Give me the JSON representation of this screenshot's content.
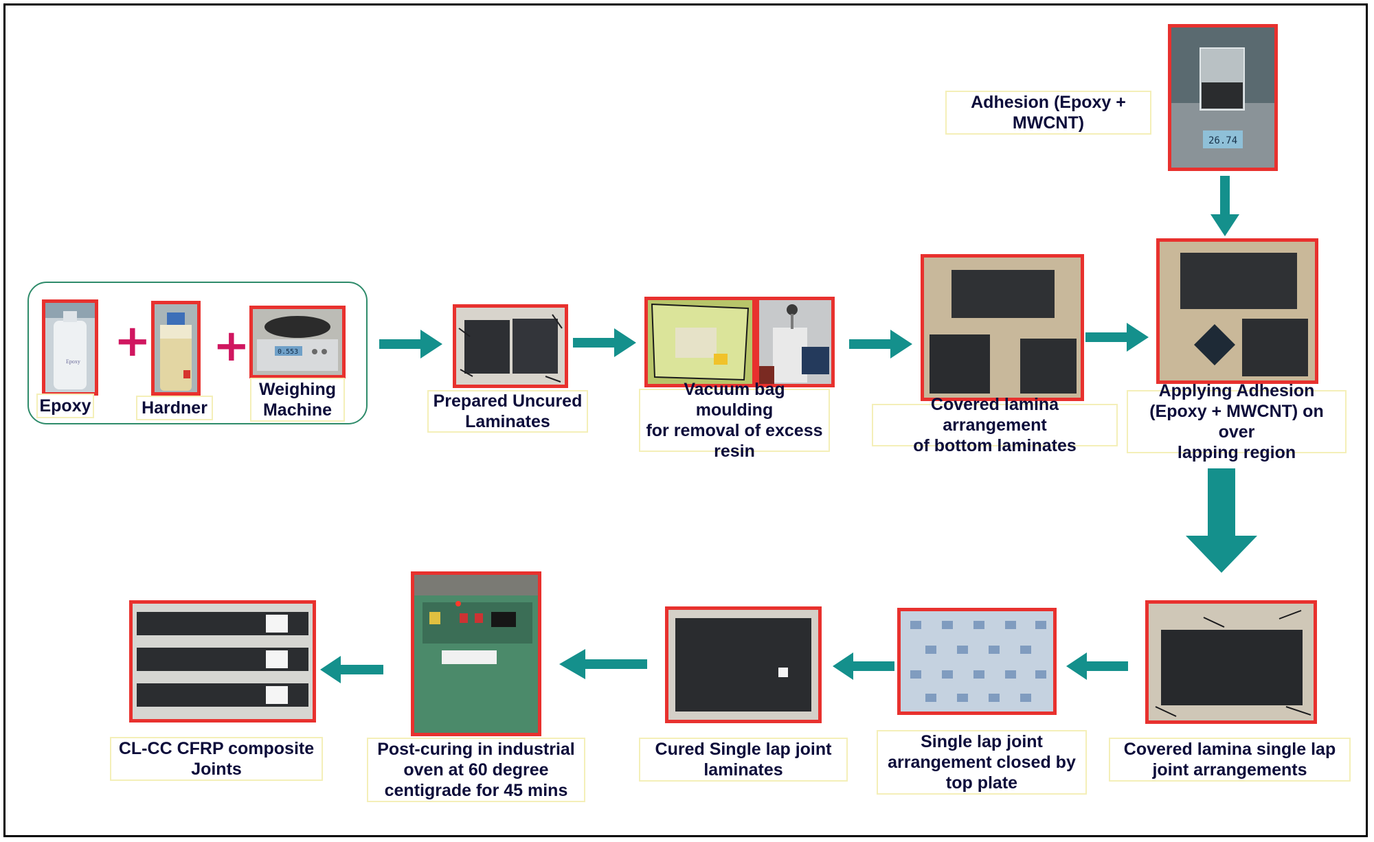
{
  "colors": {
    "arrow": "#14908c",
    "photo_border": "#e8312e",
    "plus": "#d0165f",
    "group_border": "#2e8b6a",
    "label_border": "#f4efb8",
    "text": "#0c0c3a"
  },
  "plus_sign": "+",
  "labels": {
    "epoxy": "Epoxy",
    "hardner": "Hardner",
    "weighing": [
      "Weighing",
      "Machine"
    ],
    "prepared": [
      "Prepared Uncured",
      "Laminates"
    ],
    "vacuum": [
      "Vacuum bag moulding",
      "for removal of excess",
      "resin"
    ],
    "covered_bottom": [
      "Covered lamina arrangement",
      "of bottom laminates"
    ],
    "adhesion": [
      "Adhesion (Epoxy +",
      "MWCNT)"
    ],
    "applying": [
      "Applying Adhesion",
      "(Epoxy + MWCNT) on over",
      "lapping region"
    ],
    "covered_single": [
      "Covered lamina single lap",
      "joint arrangements"
    ],
    "single_closed": [
      "Single lap joint",
      "arrangement closed by",
      "top plate"
    ],
    "cured": [
      "Cured Single lap joint",
      "laminates"
    ],
    "post_curing": [
      "Post-curing in industrial",
      "oven at 60 degree",
      "centigrade for 45 mins"
    ],
    "final": [
      "CL-CC CFRP composite",
      "Joints"
    ]
  },
  "photo_text": {
    "scale_reading": "26.74",
    "scale_reading_weighing": "0.553"
  }
}
